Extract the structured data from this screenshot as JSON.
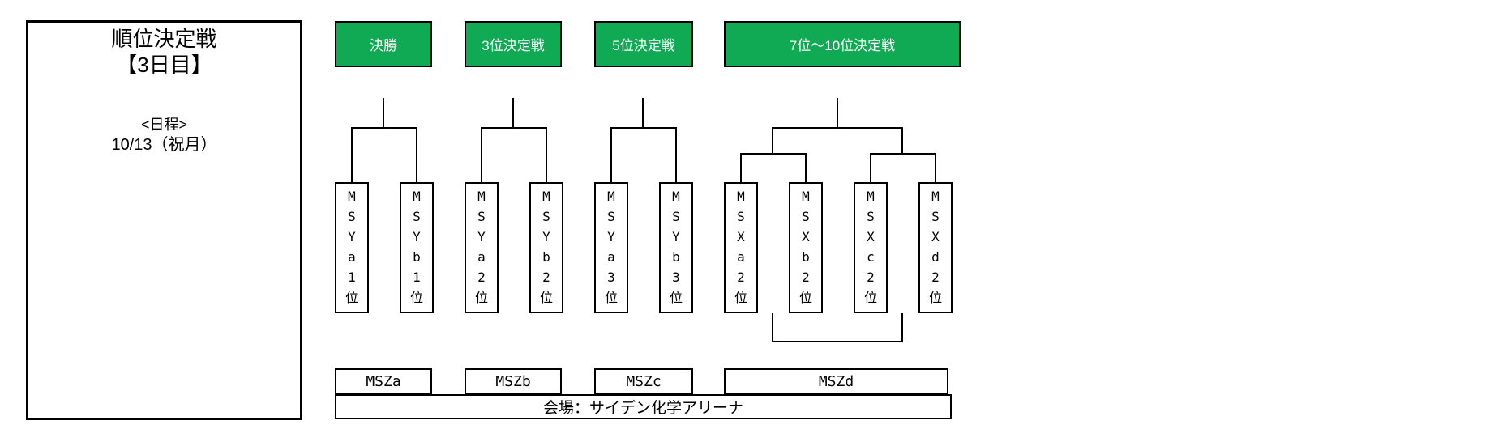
{
  "info_panel": {
    "title": "順位決定戦",
    "subtitle": "【3日目】",
    "schedule_label": "<日程>",
    "schedule_date": "10/13（祝月）"
  },
  "headers": [
    "決勝",
    "3位決定戦",
    "5位決定戦",
    "7位～10位決定戦"
  ],
  "slots": [
    "MSYa1位",
    "MSYb1位",
    "MSYa2位",
    "MSYb2位",
    "MSYa3位",
    "MSYb3位",
    "MSXa2位",
    "MSXb2位",
    "MSXc2位",
    "MSXd2位"
  ],
  "bottom_row": [
    "MSZa",
    "MSZb",
    "MSZc",
    "MSZd"
  ],
  "venue": {
    "label": "会場：サイデン化学アリーナ"
  },
  "colors": {
    "header_bg": "#10AA55",
    "header_text": "#FFFFFF",
    "line": "#000000",
    "background": "#FFFFFF"
  }
}
